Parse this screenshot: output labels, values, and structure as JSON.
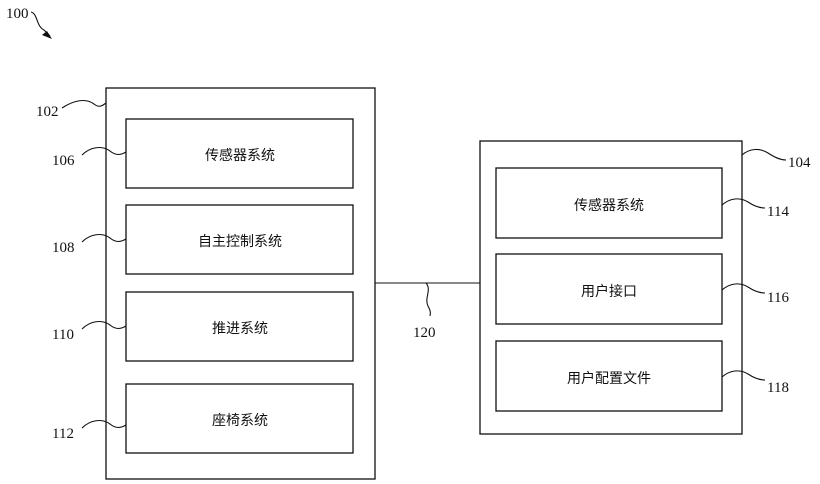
{
  "figure": {
    "ref": "100",
    "bus_ref": "120",
    "left_system": {
      "ref": "102",
      "blocks": [
        {
          "ref": "106",
          "label": "传感器系统"
        },
        {
          "ref": "108",
          "label": "自主控制系统"
        },
        {
          "ref": "110",
          "label": "推进系统"
        },
        {
          "ref": "112",
          "label": "座椅系统"
        }
      ]
    },
    "right_system": {
      "ref": "104",
      "blocks": [
        {
          "ref": "114",
          "label": "传感器系统"
        },
        {
          "ref": "116",
          "label": "用户接口"
        },
        {
          "ref": "118",
          "label": "用户配置文件"
        }
      ]
    }
  }
}
